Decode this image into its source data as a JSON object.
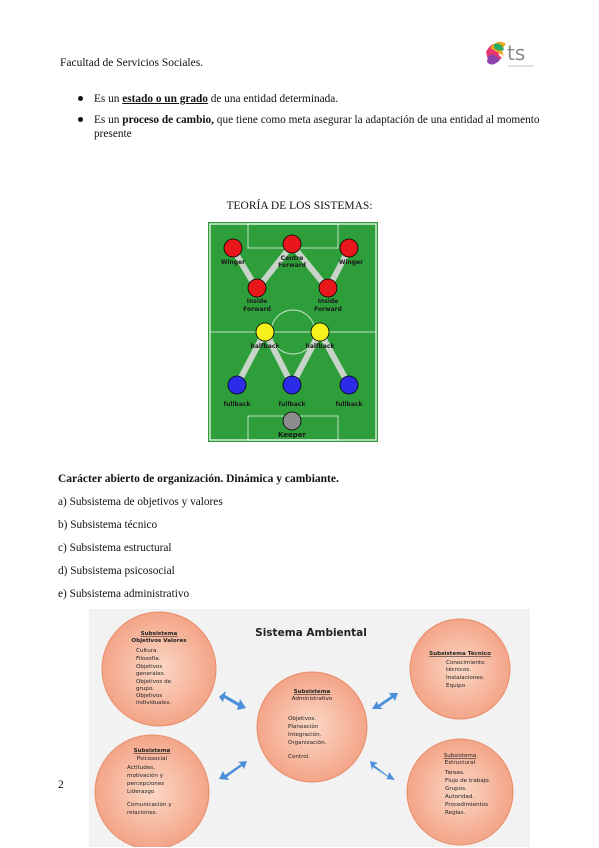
{
  "header": {
    "faculty": "Facultad de Servicios Sociales.",
    "logo_text": "ts"
  },
  "bullets": [
    {
      "pre": "Es un ",
      "strong": "estado o un grado",
      "post": " de una entidad determinada."
    },
    {
      "pre": "Es un ",
      "strong": "proceso de cambio,",
      "post": " que tiene como meta asegurar la adaptación de una entidad al momento presente"
    }
  ],
  "section_title": "TEORÍA DE LOS SISTEMAS:",
  "field": {
    "winger_left": "Winger",
    "centre_forward_1": "Centre",
    "centre_forward_2": "Forward",
    "winger_right": "Winger",
    "inside_forward_left_1": "Inside",
    "inside_forward_left_2": "Forward",
    "inside_forward_right_1": "Inside",
    "inside_forward_right_2": "Forward",
    "halfback_left": "halfback",
    "halfback_right": "halfback",
    "fullback_left": "fullback",
    "fullback_center": "fullback",
    "fullback_right": "fullback",
    "keeper": "Keeper"
  },
  "caracter_heading": "Carácter abierto de organización. Dinámica y cambiante.",
  "subsystems": [
    "a) Subsistema de objetivos y valores",
    "b) Subsistema técnico",
    "c) Subsistema estructural",
    "d) Subsistema psicosocial",
    "e) Subsistema administrativo"
  ],
  "page_number": "2",
  "diagram": {
    "title": "Sistema Ambiental",
    "objetivos": {
      "title_1": "Subsistema",
      "title_2": "Objetivos   Valores",
      "items": [
        "Cultura.",
        "Filosofía.",
        "Objetivos",
        "generales.",
        "Objetivos      de",
        "grupo.",
        "Objetivos",
        "individuales."
      ]
    },
    "tecnico": {
      "title": "Subsistema Técnico",
      "items": [
        "Conocimiento",
        "técnicos.",
        "Instalaciones.",
        "Equipo"
      ]
    },
    "administrativo": {
      "title_1": "Subsistema",
      "title_2": "Administrativo",
      "items": [
        "Objetivos.",
        "Planeación",
        "Integración.",
        "Organización.",
        "Control."
      ]
    },
    "psicosocial": {
      "title_1": "Subsistema",
      "title_2": "Psicosocial",
      "items": [
        "Actitudes,",
        "motivación        y",
        "percepciones",
        "Liderazgo",
        "Comunicación      y",
        "relaciones."
      ]
    },
    "estructural": {
      "title_1": "Subsistema",
      "title_2": "Estructural",
      "items": [
        "Tareas.",
        "Flujo de trabajo.",
        "Grupos.",
        "Autoridad.",
        "Procedimientos",
        "Reglas."
      ]
    }
  },
  "colors": {
    "field_green": "#2e9e3a",
    "circle_fill": "#f4a688",
    "arrow_blue": "#4a90d9",
    "red": "#e8171b",
    "yellow": "#f4f21a",
    "blue": "#2b2be8",
    "gray": "#8c8c8c"
  }
}
